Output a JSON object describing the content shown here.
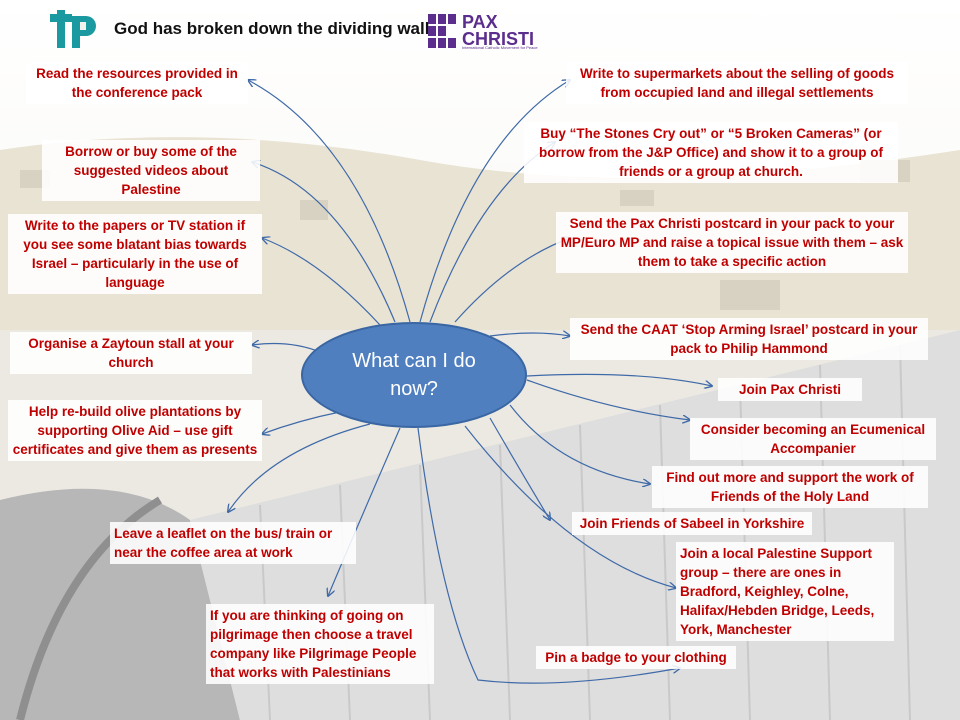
{
  "header": {
    "title": "God has broken down the dividing wall",
    "pax_line1": "PAX",
    "pax_line2": "CHRISTI",
    "pax_tagline": "International Catholic Movement for Peace"
  },
  "hub": {
    "label": "What can I do now?"
  },
  "actions": [
    "Read the resources provided in the conference pack",
    "Borrow or buy some of the suggested videos about Palestine",
    "Write to the papers or TV station if you see some blatant bias towards Israel – particularly in the use of language",
    "Organise a Zaytoun stall at your church",
    "Help re-build olive plantations by supporting Olive Aid – use gift certificates and give them as presents",
    "Leave a leaflet on the bus/ train or near the coffee area at work",
    "If you are thinking of going on pilgrimage then choose a travel company like Pilgrimage People that works with Palestinians",
    "Write to supermarkets about the selling of goods from occupied land and illegal settlements",
    "Buy “The Stones Cry out” or “5 Broken Cameras” (or borrow from the J&P Office) and show it to a group of friends or a group at church.",
    "Send the Pax Christi postcard in your pack to your MP/Euro MP and raise a topical issue with them – ask them to take a specific action",
    "Send the CAAT ‘Stop Arming Israel’ postcard in your pack to Philip Hammond",
    "Join Pax Christi",
    "Consider becoming an Ecumenical Accompanier",
    "Find out more and support the work of Friends of the Holy Land",
    "Join Friends of Sabeel in Yorkshire",
    "Join a local Palestine Support group – there are ones in Bradford, Keighley, Colne, Halifax/Hebden Bridge, Leeds, York, Manchester",
    "Pin a badge to your clothing"
  ],
  "colors": {
    "text": "#c00000",
    "hub": "#4f7fbf",
    "arrow": "#3f6aa8",
    "pax": "#5b2d8c",
    "tp": "#1a9aa0"
  }
}
